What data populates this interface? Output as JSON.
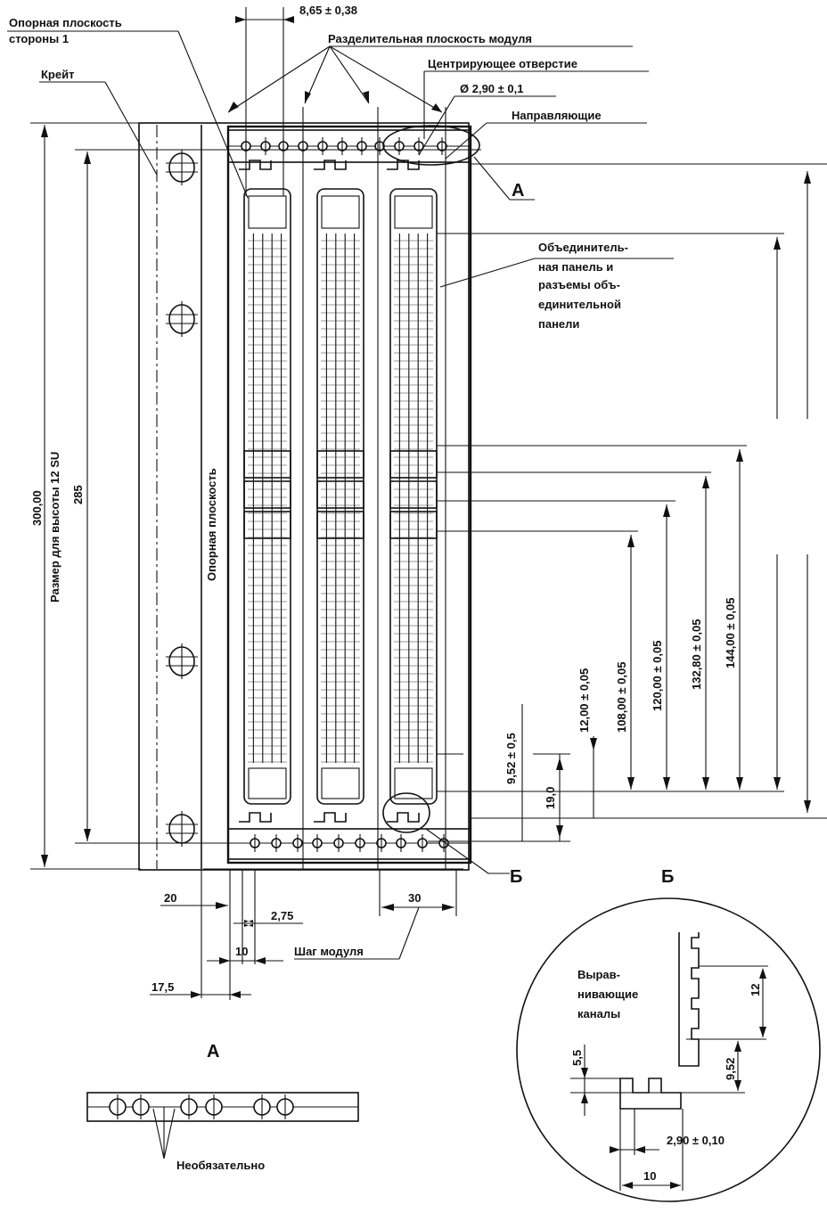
{
  "labels": {
    "ref_plane_side1_l1": "Опорная плоскость",
    "ref_plane_side1_l2": "стороны 1",
    "crate": "Крейт",
    "dim_865": "8,65 ± 0,38",
    "module_split_plane": "Разделительная плоскость модуля",
    "centering_hole": "Центрирующее отверстие",
    "hole_dia": "Ø 2,90 ± 0,1",
    "guides": "Направляющие",
    "view_a_marker": "А",
    "backplane_l1": "Объединитель-",
    "backplane_l2": "ная панель и",
    "backplane_l3": "разъемы объ-",
    "backplane_l4": "единительной",
    "backplane_l5": "панели",
    "ref_plane_vertical": "Опорная плоскость",
    "dim_300": "300,00",
    "size_12su": "Размер для высоты 12 SU",
    "dim_285": "285",
    "dim_952_05": "9,52 ± 0,5",
    "dim_1200": "12,00 ± 0,05",
    "dim_10800": "108,00 ± 0,05",
    "dim_12000": "120,00 ± 0,05",
    "dim_13280": "132,80 ± 0,05",
    "dim_14400": "144,00 ± 0,05",
    "dim_19": "19,0",
    "view_b_marker": "Б",
    "view_b_title": "Б",
    "dim_20": "20",
    "dim_275": "2,75",
    "dim_10": "10",
    "module_pitch": "Шаг модуля",
    "dim_30": "30",
    "dim_175": "17,5",
    "view_a_title": "А",
    "optional": "Необязательно",
    "align_l1": "Вырав-",
    "align_l2": "нивающие",
    "align_l3": "каналы",
    "dim_b_12": "12",
    "dim_b_55": "5,5",
    "dim_b_952": "9,52",
    "dim_b_290": "2,90 ± 0,10",
    "dim_b_10": "10"
  }
}
